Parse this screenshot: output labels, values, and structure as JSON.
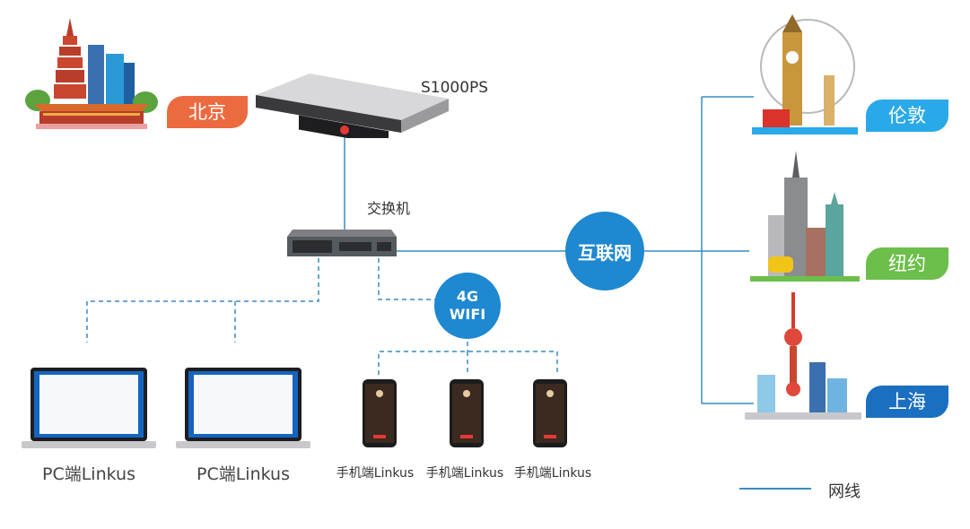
{
  "colors": {
    "wire": "#3a8cc4",
    "bubble": "#1e88d0",
    "beijing_tag": "#ec6a3f",
    "london_tag": "#29a9e8",
    "newyork_tag": "#6cbf4a",
    "shanghai_tag": "#1a6fc0"
  },
  "server": {
    "model": "S1000PS"
  },
  "switch": {
    "label": "交换机"
  },
  "internet": {
    "label": "互联网"
  },
  "wifi": {
    "line1": "4G",
    "line2": "WIFI"
  },
  "cities": {
    "beijing": "北京",
    "london": "伦敦",
    "newyork": "纽约",
    "shanghai": "上海"
  },
  "pc_clients": [
    "PC端Linkus",
    "PC端Linkus"
  ],
  "mobile_clients": [
    "手机端Linkus",
    "手机端Linkus",
    "手机端Linkus"
  ],
  "legend": {
    "network_cable": "网线"
  }
}
